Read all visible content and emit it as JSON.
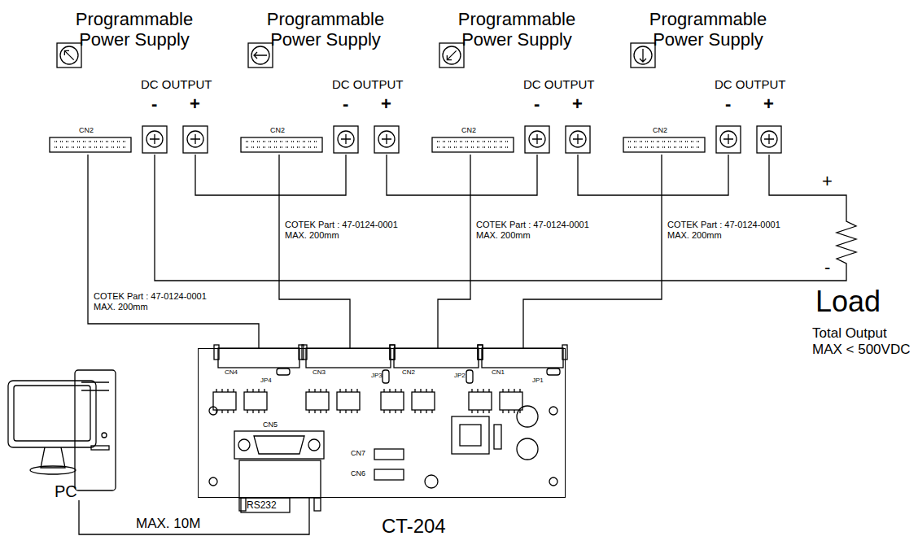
{
  "diagram": {
    "nodes": [
      {
        "text": [
          "Programmable Power Supply",
          "DC OUTPUT",
          "CN2",
          "-",
          "+"
        ]
      },
      {
        "text": [
          "Programmable Power Supply",
          "DC OUTPUT",
          "CN2",
          "-",
          "+"
        ]
      },
      {
        "text": [
          "Programmable Power Supply",
          "DC OUTPUT",
          "CN2",
          "-",
          "+"
        ]
      },
      {
        "text": [
          "Programmable Power Supply",
          "DC OUTPUT",
          "CN2",
          "-",
          "+"
        ]
      },
      {
        "text": [
          "Load",
          "Total Output MAX < 500VDC"
        ]
      },
      {
        "text": [
          "CT-204",
          "CN4",
          "JP4",
          "CN3",
          "JP3",
          "CN2",
          "JP2",
          "CN1",
          "JP1",
          "CN5",
          "RS232",
          "CN7",
          "CN6"
        ]
      },
      {
        "text": [
          "PC"
        ]
      }
    ],
    "edges": [
      {
        "from": 0,
        "to": 5,
        "arrow": "none",
        "label": "COTEK Part : 47-0124-0001 MAX. 200mm"
      },
      {
        "from": 1,
        "to": 5,
        "arrow": "none",
        "label": "COTEK Part : 47-0124-0001 MAX. 200mm"
      },
      {
        "from": 2,
        "to": 5,
        "arrow": "none",
        "label": "COTEK Part : 47-0124-0001 MAX. 200mm"
      },
      {
        "from": 3,
        "to": 5,
        "arrow": "none",
        "label": "COTEK Part : 47-0124-0001 MAX. 200mm"
      },
      {
        "from": 6,
        "to": 5,
        "arrow": "none",
        "label": "MAX. 10M"
      },
      {
        "from": 0,
        "to": 1,
        "arrow": "none"
      },
      {
        "from": 1,
        "to": 2,
        "arrow": "none"
      },
      {
        "from": 2,
        "to": 3,
        "arrow": "none"
      },
      {
        "from": 3,
        "to": 4,
        "arrow": "none"
      },
      {
        "from": 0,
        "to": 4,
        "arrow": "none"
      }
    ],
    "labels": [
      "+",
      "-"
    ]
  }
}
